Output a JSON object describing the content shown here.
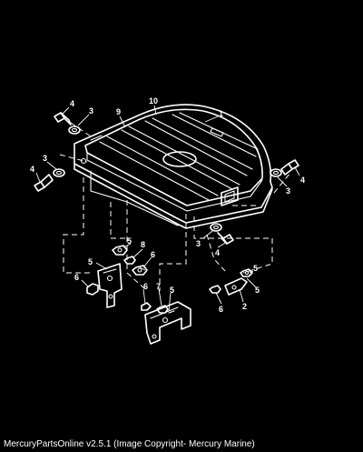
{
  "diagram": {
    "callouts": [
      {
        "id": "c10",
        "text": "10"
      },
      {
        "id": "c1",
        "text": "1"
      },
      {
        "id": "c9",
        "text": "9"
      },
      {
        "id": "c4a",
        "text": "4"
      },
      {
        "id": "c3a",
        "text": "3"
      },
      {
        "id": "c3b",
        "text": "3"
      },
      {
        "id": "c4b",
        "text": "4"
      },
      {
        "id": "c3c",
        "text": "3"
      },
      {
        "id": "c4c",
        "text": "4"
      },
      {
        "id": "c3d",
        "text": "3"
      },
      {
        "id": "c4d",
        "text": "4"
      },
      {
        "id": "c5a",
        "text": "5"
      },
      {
        "id": "c8",
        "text": "8"
      },
      {
        "id": "c6a",
        "text": "6"
      },
      {
        "id": "c5b",
        "text": "5"
      },
      {
        "id": "c6b",
        "text": "6"
      },
      {
        "id": "c6c",
        "text": "6"
      },
      {
        "id": "c7",
        "text": "7"
      },
      {
        "id": "c5c",
        "text": "5"
      },
      {
        "id": "c5d",
        "text": "5"
      },
      {
        "id": "c6d",
        "text": "6"
      },
      {
        "id": "c2",
        "text": "2"
      },
      {
        "id": "c5e",
        "text": "5"
      }
    ]
  },
  "footer": {
    "text": "MercuryPartsOnline v2.5.1 (Image Copyright- Mercury Marine)"
  }
}
